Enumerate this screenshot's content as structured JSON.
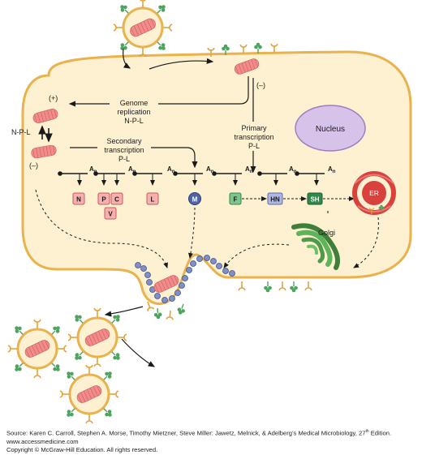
{
  "colors": {
    "cytoplasm": "#fdf1d2",
    "membrane": "#e9b24c",
    "nucleus": "#d7c3ea",
    "rna": "#f08080",
    "spike_orange": "#e3a33a",
    "spike_green": "#4da45e",
    "matrix_blue": "#7f8fc8",
    "protein_pink": "#f7b0b0",
    "protein_green": "#2f8a4a",
    "er": "#d9423c",
    "golgi": "#4d9b49"
  },
  "labels": {
    "genome_replication": [
      "Genome",
      "replication",
      "N-P-L"
    ],
    "secondary_transcription": [
      "Secondary",
      "transcription",
      "P-L"
    ],
    "primary_transcription": [
      "Primary",
      "transcription",
      "P-L"
    ],
    "nucleus": "Nucleus",
    "npl": "N-P-L",
    "plus": "(+)",
    "minus_left": "(–)",
    "minus_top": "(–)",
    "golgi": "Golgi",
    "er": "ER",
    "polyA": "A",
    "polyA_sub": "n"
  },
  "genes": [
    {
      "id": "N",
      "kind": "pink"
    },
    {
      "id": "P",
      "kind": "pink"
    },
    {
      "id": "C",
      "kind": "pink"
    },
    {
      "id": "V",
      "kind": "pink"
    },
    {
      "id": "L",
      "kind": "pink"
    },
    {
      "id": "M",
      "kind": "matrix"
    },
    {
      "id": "F",
      "kind": "green"
    },
    {
      "id": "HN",
      "kind": "blue"
    },
    {
      "id": "SH",
      "kind": "darkgreen"
    }
  ],
  "source": {
    "line1_pre": "Source: Karen C. Carroll, Stephen A. Morse, Timothy Mietzner, Steve Miller: Jawetz, Melnick, & Adelberg’s Medical Microbiology, 27",
    "line1_sup": "th",
    "line1_post": " Edition.",
    "line2": "www.accessmedicine.com",
    "line3": "Copyright © McGraw-Hill Education.  All rights reserved."
  }
}
